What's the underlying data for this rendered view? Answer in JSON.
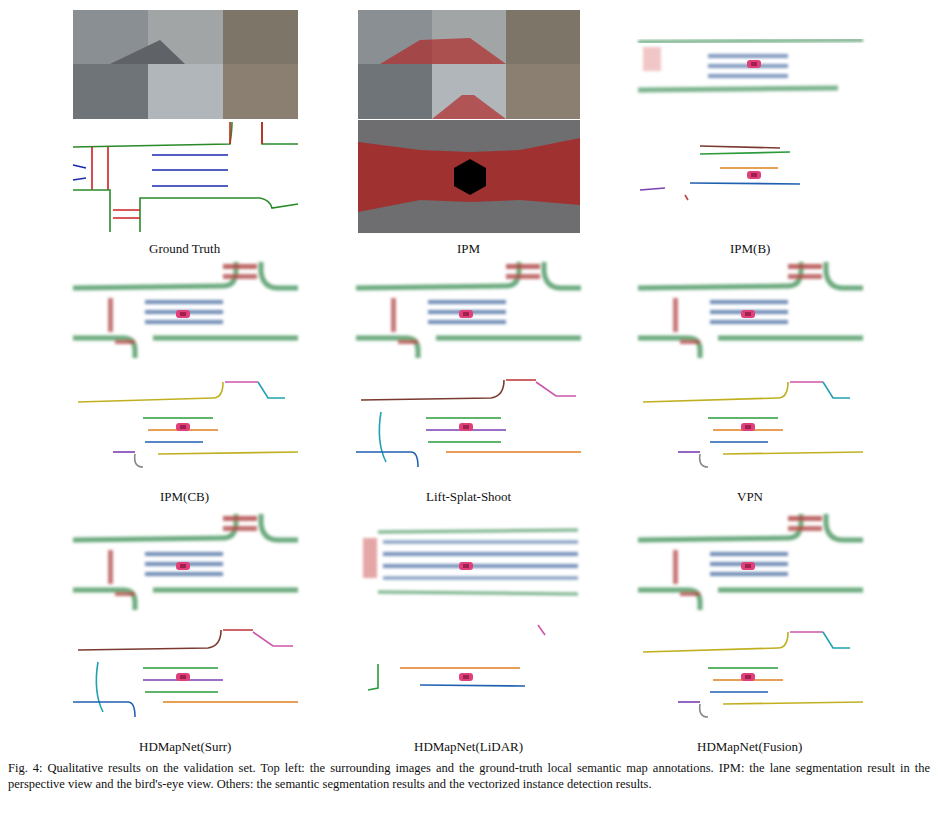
{
  "diagram": {
    "caption": "Fig. 4: Qualitative results on the validation set. Top left: the surrounding images and the ground-truth local semantic map annotations. IPM: the lane segmentation result in the perspective view and the bird's-eye view. Others: the semantic segmentation results and the vectorized instance detection results.",
    "labels": [
      "Ground Truth",
      "IPM",
      "IPM(B)",
      "IPM(CB)",
      "Lift-Splat-Shoot",
      "VPN",
      "HDMapNet(Surr)",
      "HDMapNet(LiDAR)",
      "HDMapNet(Fusion)"
    ]
  }
}
